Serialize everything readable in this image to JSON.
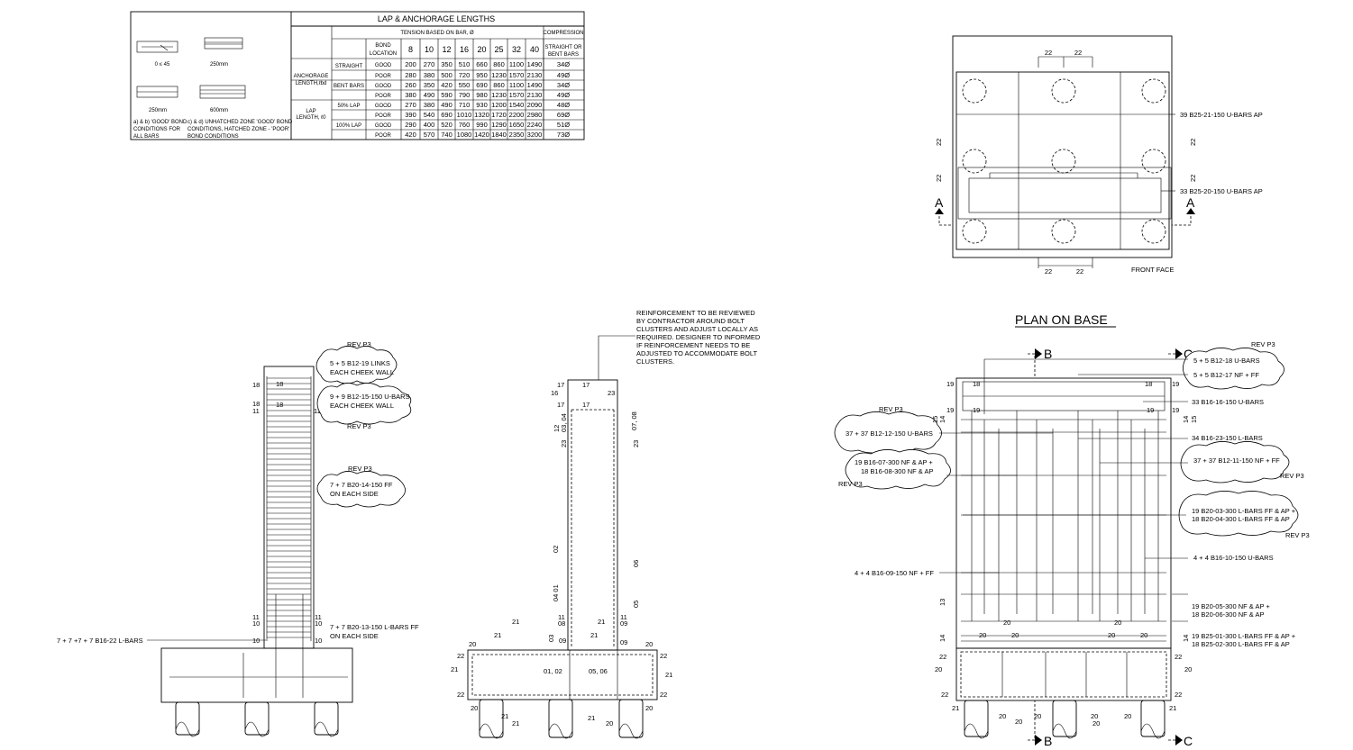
{
  "lap_table": {
    "title": "LAP & ANCHORAGE LENGTHS",
    "tension_header": "TENSION BASED ON BAR, Ø",
    "compression_header": "COMPRESSION",
    "bond_location_header": "BOND LOCATION",
    "bar_sizes": [
      "8",
      "10",
      "12",
      "16",
      "20",
      "25",
      "32",
      "40"
    ],
    "straight_or_bent_header": "STRAIGHT OR BENT BARS",
    "group_anchorage": "ANCHORAGE LENGTH,ℓbd",
    "group_lap": "LAP LENGTH, ℓ0",
    "type_straight": "STRAIGHT",
    "type_bent": "BENT BARS",
    "type_lap50": "50% LAP",
    "type_lap100": "100% LAP",
    "rows": [
      {
        "loc": "GOOD",
        "vals": [
          "200",
          "270",
          "350",
          "510",
          "660",
          "860",
          "1100",
          "1490"
        ],
        "comp": "34Ø"
      },
      {
        "loc": "POOR",
        "vals": [
          "280",
          "380",
          "500",
          "720",
          "950",
          "1230",
          "1570",
          "2130"
        ],
        "comp": "49Ø"
      },
      {
        "loc": "GOOD",
        "vals": [
          "260",
          "350",
          "420",
          "550",
          "690",
          "860",
          "1100",
          "1490"
        ],
        "comp": "34Ø"
      },
      {
        "loc": "POOR",
        "vals": [
          "380",
          "490",
          "590",
          "790",
          "980",
          "1230",
          "1570",
          "2130"
        ],
        "comp": "49Ø"
      },
      {
        "loc": "GOOD",
        "vals": [
          "270",
          "380",
          "490",
          "710",
          "930",
          "1200",
          "1540",
          "2090"
        ],
        "comp": "48Ø"
      },
      {
        "loc": "POOR",
        "vals": [
          "390",
          "540",
          "690",
          "1010",
          "1320",
          "1720",
          "2200",
          "2980"
        ],
        "comp": "69Ø"
      },
      {
        "loc": "GOOD",
        "vals": [
          "290",
          "400",
          "520",
          "760",
          "990",
          "1290",
          "1650",
          "2240"
        ],
        "comp": "51Ø"
      },
      {
        "loc": "POOR",
        "vals": [
          "420",
          "570",
          "740",
          "1080",
          "1420",
          "1840",
          "2350",
          "3200"
        ],
        "comp": "73Ø"
      }
    ],
    "sketch_labels": {
      "a": "0 ≤ 45",
      "b": "250mm",
      "c": "250mm",
      "d": "600mm",
      "note_ab_1": "a) & b) 'GOOD' BOND",
      "note_ab_2": "CONDITIONS FOR",
      "note_ab_3": "ALL BARS",
      "note_cd_1": "c) & d) UNHATCHED ZONE 'GOOD' BOND",
      "note_cd_2": "CONDITIONS, HATCHED ZONE - 'POOR'",
      "note_cd_3": "BOND CONDITIONS"
    }
  },
  "top_plan": {
    "dim_22": "22",
    "label_a": "A",
    "callout_39": "39 B25-21-150 U-BARS AP",
    "callout_33": "33 B25-20-150 U-BARS AP",
    "front_face": "FRONT FACE"
  },
  "section_left": {
    "rev_p3": "REV P3",
    "cloud1": [
      "5 + 5 B12-19 LINKS",
      "EACH CHEEK WALL"
    ],
    "cloud2": [
      "9 + 9 B12-15-150 U-BARS",
      "EACH CHEEK WALL"
    ],
    "cloud3": [
      "7 + 7 B20-14-150 FF",
      "ON EACH SIDE"
    ],
    "note4": [
      "7 + 7 B20-13-150 L-BARS FF",
      "ON EACH SIDE"
    ],
    "left_note": "7 + 7 +7 + 7 B16-22 L-BARS",
    "marks": [
      "18",
      "18",
      "11",
      "11",
      "10",
      "10"
    ]
  },
  "section_mid": {
    "note": [
      "REINFORCEMENT TO BE REVIEWED",
      "BY CONTRACTOR AROUND BOLT",
      "CLUSTERS AND ADJUST LOCALLY AS",
      "REQUIRED. DESIGNER TO INFORMED",
      "IF REINFORCEMENT NEEDS TO BE",
      "ADJUSTED TO ACCOMMODATE BOLT",
      "CLUSTERS."
    ],
    "marks": {
      "m17": "17",
      "m16": "16",
      "m23": "23",
      "m12": "12",
      "m0304": "03, 04",
      "m0708": "07, 08",
      "m02": "02",
      "m06": "06",
      "m0401": "04 01",
      "m05": "05",
      "m11": "11",
      "m08": "08",
      "m09": "09",
      "m21": "21",
      "m20": "20",
      "m22": "22",
      "m03": "03",
      "m0102": "01, 02",
      "m0506": "05, 06"
    }
  },
  "plan_base": {
    "title": "PLAN ON BASE",
    "rev_p3": "REV P3",
    "label_b": "B",
    "label_c": "C",
    "callouts_right": [
      "5 + 5 B12-18 U-BARS",
      "5 + 5 B12-17 NF + FF",
      "33 B16-16-150 U-BARS",
      "34 B16-23-150 L-BARS",
      "37 + 37 B12-11-150 NF + FF",
      "19 B20-03-300 L-BARS FF & AP +",
      "18 B20-04-300 L-BARS FF & AP",
      "4 + 4 B16-10-150 U-BARS",
      "19 B20-05-300 NF & AP +",
      "18 B20-06-300 NF & AP",
      "19 B25-01-300 L-BARS FF & AP +",
      "18 B25-02-300 L-BARS FF & AP"
    ],
    "callouts_left": [
      "37 + 37 B12-12-150 U-BARS",
      "19 B16-07-300 NF & AP +",
      "18 B16-08-300 NF & AP",
      "4 + 4 B16-09-150 NF + FF"
    ],
    "marks": {
      "m19": "19",
      "m18": "18",
      "m15": "15",
      "m14": "14",
      "m13": "13",
      "m20": "20",
      "m21": "21",
      "m22": "22"
    }
  }
}
